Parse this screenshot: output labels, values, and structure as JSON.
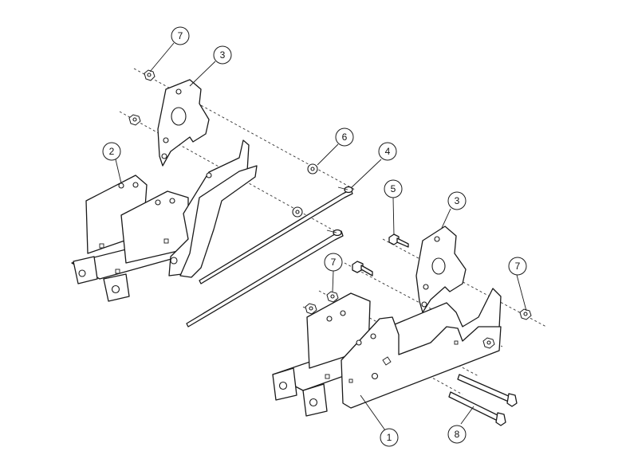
{
  "diagram": {
    "callouts": [
      {
        "id": "c7a",
        "label": "7"
      },
      {
        "id": "c3a",
        "label": "3"
      },
      {
        "id": "c2",
        "label": "2"
      },
      {
        "id": "c6",
        "label": "6"
      },
      {
        "id": "c4",
        "label": "4"
      },
      {
        "id": "c5",
        "label": "5"
      },
      {
        "id": "c3b",
        "label": "3"
      },
      {
        "id": "c7b",
        "label": "7"
      },
      {
        "id": "c7c",
        "label": "7"
      },
      {
        "id": "c1",
        "label": "1"
      },
      {
        "id": "c8",
        "label": "8"
      }
    ]
  }
}
